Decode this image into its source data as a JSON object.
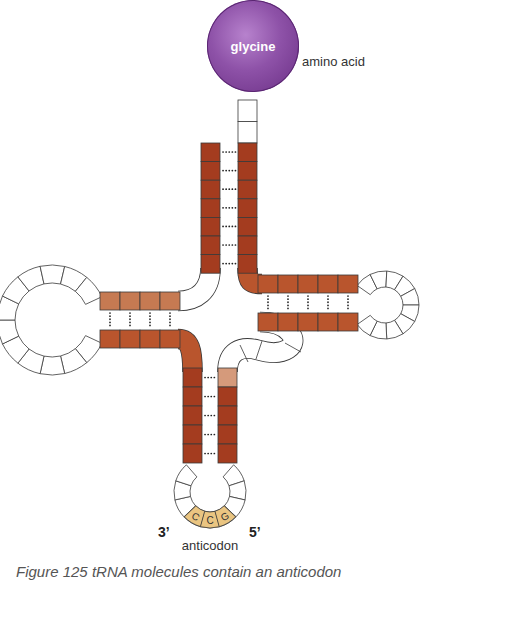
{
  "diagram": {
    "caption": "Figure 125 tRNA molecules contain an anticodon",
    "nodes": [
      {
        "text": [
          "glycine"
        ]
      },
      {
        "text": [
          "C"
        ]
      },
      {
        "text": [
          "C"
        ]
      },
      {
        "text": [
          "G"
        ]
      }
    ],
    "labels": [
      "amino acid",
      "3’",
      "anticodon",
      "5’"
    ]
  }
}
